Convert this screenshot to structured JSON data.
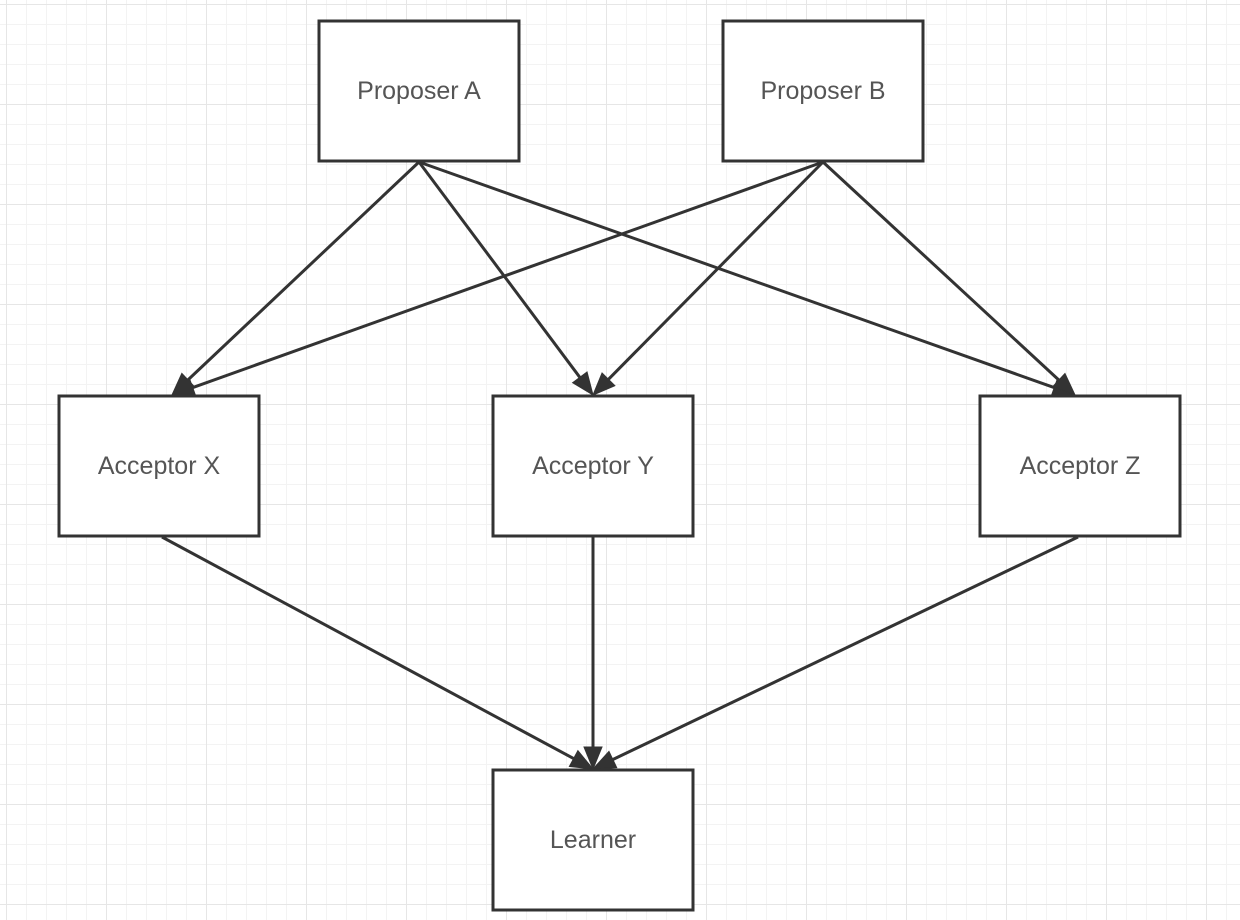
{
  "diagram": {
    "nodes": [
      {
        "id": "proposer-a",
        "label": "Proposer A"
      },
      {
        "id": "proposer-b",
        "label": "Proposer B"
      },
      {
        "id": "acceptor-x",
        "label": "Acceptor X"
      },
      {
        "id": "acceptor-y",
        "label": "Acceptor Y"
      },
      {
        "id": "acceptor-z",
        "label": "Acceptor Z"
      },
      {
        "id": "learner",
        "label": "Learner"
      }
    ],
    "edges": [
      {
        "from": "proposer-a",
        "to": "acceptor-x"
      },
      {
        "from": "proposer-a",
        "to": "acceptor-y"
      },
      {
        "from": "proposer-a",
        "to": "acceptor-z"
      },
      {
        "from": "proposer-b",
        "to": "acceptor-x"
      },
      {
        "from": "proposer-b",
        "to": "acceptor-y"
      },
      {
        "from": "proposer-b",
        "to": "acceptor-z"
      },
      {
        "from": "acceptor-x",
        "to": "learner"
      },
      {
        "from": "acceptor-y",
        "to": "learner"
      },
      {
        "from": "acceptor-z",
        "to": "learner"
      }
    ],
    "colors": {
      "stroke": "#333333",
      "text": "#555555",
      "grid": "#e6e6e6"
    }
  }
}
